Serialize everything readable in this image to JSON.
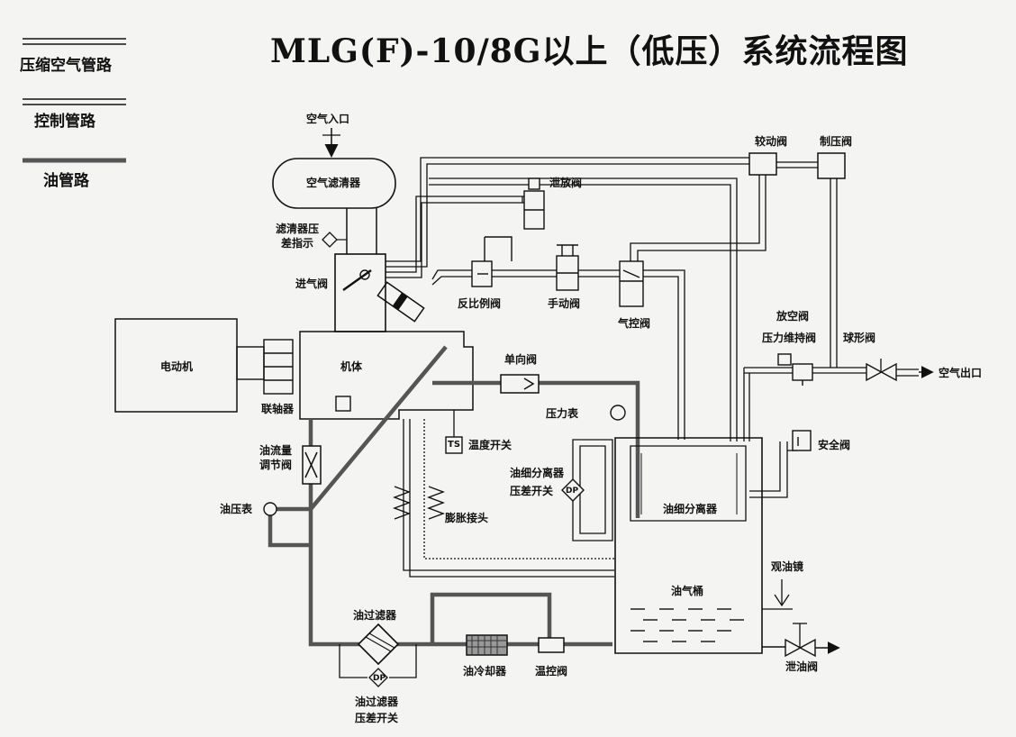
{
  "title": "MLG(F)-10/8G以上（低压）系统流程图",
  "legend": {
    "compressed_air": "压缩空气管路",
    "control": "控制管路",
    "oil": "油管路"
  },
  "labels": {
    "air_inlet": "空气入口",
    "air_filter": "空气滤清器",
    "filter_dp_1": "滤清器压",
    "filter_dp_2": "差指示",
    "intake_valve": "进气阀",
    "motor": "电动机",
    "coupling": "联轴器",
    "airend": "机体",
    "oil_flow_1": "油流量",
    "oil_flow_2": "调节阀",
    "oil_pressure_gauge": "油压表",
    "proportional_valve": "反比例阀",
    "manual_valve": "手动阀",
    "pneumatic_valve": "气控阀",
    "vent_valve": "泄放阀",
    "start_valve": "较动阀",
    "pressure_control_valve": "制压阀",
    "check_valve": "单向阀",
    "temp_switch_tag": "TS",
    "temp_switch": "温度开关",
    "pressure_gauge": "压力表",
    "sep_dp_1": "油细分离器",
    "sep_dp_2": "压差开关",
    "dp_tag": "DP",
    "expansion_joint": "膨胀接头",
    "separator": "油细分离器",
    "blowoff_valve": "放空阀",
    "min_pressure_valve": "压力维持阀",
    "ball_valve": "球形阀",
    "air_outlet": "空气出口",
    "safety_valve": "安全阀",
    "sight_glass": "观油镜",
    "oil_tank": "油气桶",
    "drain_valve": "泄油阀",
    "oil_filter": "油过滤器",
    "oil_cooler": "油冷却器",
    "thermostatic_valve": "温控阀",
    "oil_filter_dp_1": "油过滤器",
    "oil_filter_dp_2": "压差开关"
  }
}
